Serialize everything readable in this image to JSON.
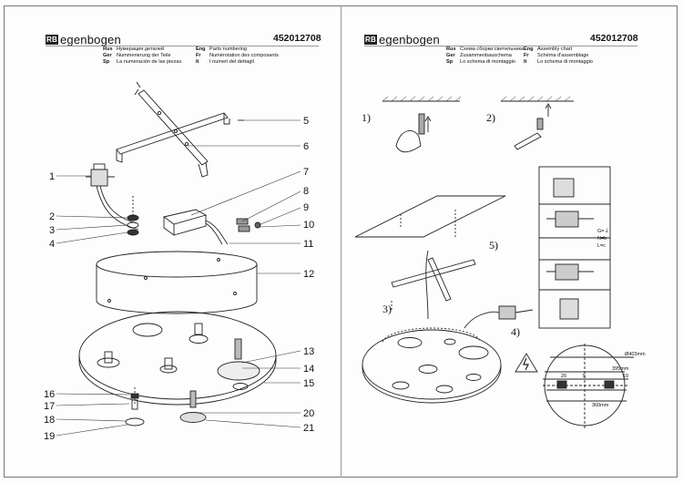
{
  "left_page": {
    "brand": "egenbogen",
    "brand_mark": "RB",
    "code": "452012708",
    "lang_lines": [
      {
        "code": "Rus",
        "text": "Нумерация деталей"
      },
      {
        "code": "Ger",
        "text": "Nummerierung der Teile"
      },
      {
        "code": "Sp",
        "text": "La numeración de las piezas"
      }
    ],
    "lang_lines_right": [
      {
        "code": "Eng",
        "text": "Parts numbering"
      },
      {
        "code": "Fr",
        "text": "Numérotation des composants"
      },
      {
        "code": "It",
        "text": "I numeri del dettagli"
      }
    ],
    "part_labels": [
      "1",
      "2",
      "3",
      "4",
      "5",
      "6",
      "7",
      "8",
      "9",
      "10",
      "11",
      "12",
      "13",
      "14",
      "15",
      "16",
      "17",
      "18",
      "19",
      "20",
      "21"
    ]
  },
  "right_page": {
    "brand": "egenbogen",
    "brand_mark": "RB",
    "code": "452012708",
    "lang_lines": [
      {
        "code": "Rus",
        "text": "Схема сборки светильника"
      },
      {
        "code": "Ger",
        "text": "Zusammenbauschema"
      },
      {
        "code": "Sp",
        "text": "Lo schema di montaggio"
      }
    ],
    "lang_lines_right": [
      {
        "code": "Eng",
        "text": "Assembly chart"
      },
      {
        "code": "Fr",
        "text": "Schéma d'assemblage"
      },
      {
        "code": "It",
        "text": "Lo schema di montaggio"
      }
    ],
    "steps": [
      "1)",
      "2)",
      "3)",
      "4)",
      "5)"
    ],
    "wire_legend": [
      "G=⏚",
      "N=b",
      "L=c"
    ],
    "dimensions": {
      "diameter": "Ø403mm",
      "inner": "395mm",
      "base": "360mm",
      "d1": "20",
      "d2": "5",
      "d3": "10"
    }
  }
}
